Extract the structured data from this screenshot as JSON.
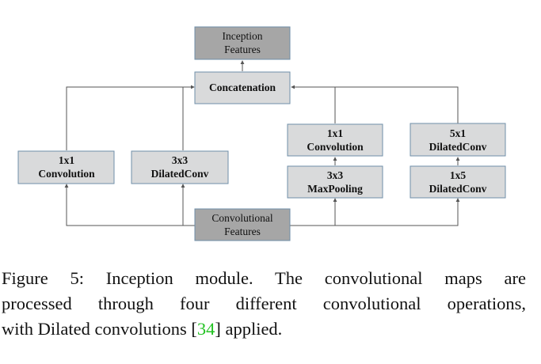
{
  "diagram": {
    "nodes": {
      "inception_features": [
        "Inception",
        "Features"
      ],
      "concatenation": [
        "Concatenation"
      ],
      "conv1x1_a": [
        "1x1",
        "Convolution"
      ],
      "dilated3x3": [
        "3x3",
        "DilatedConv"
      ],
      "conv1x1_b": [
        "1x1",
        "Convolution"
      ],
      "maxpool3x3": [
        "3x3",
        "MaxPooling"
      ],
      "dilated5x1": [
        "5x1",
        "DilatedConv"
      ],
      "dilated1x5": [
        "1x5",
        "DilatedConv"
      ],
      "conv_features": [
        "Convolutional",
        "Features"
      ]
    },
    "colors": {
      "light_box": "#d9dadb",
      "dark_box": "#a6a6a6",
      "box_border": "#6f8fa8",
      "arrow": "#555555"
    }
  },
  "caption": {
    "line1": "Figure 5:  Inception module.  The convolutional maps are",
    "line2": "processed through four different convolutional operations,",
    "line3_pre": "with Dilated convolutions [",
    "ref": "34",
    "line3_post": "] applied.",
    "ref_color": "#22c222"
  }
}
